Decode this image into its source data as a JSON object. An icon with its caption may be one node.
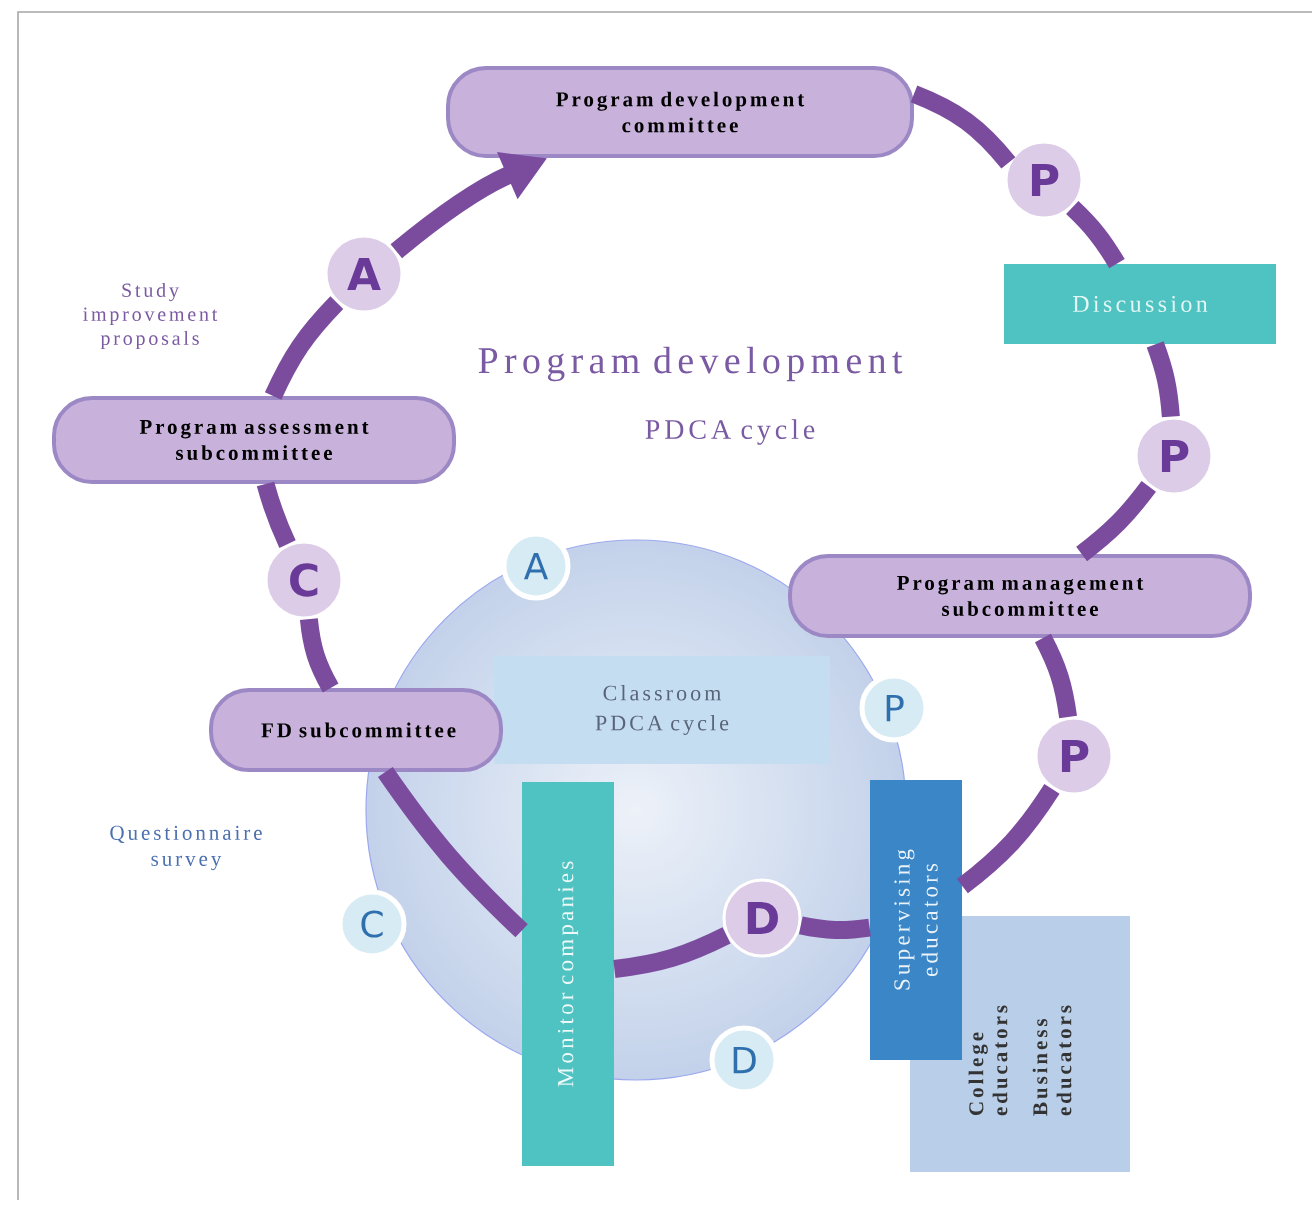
{
  "diagram": {
    "nodes": [
      {
        "text": [
          "Program development committee"
        ]
      },
      {
        "text": [
          "P"
        ]
      },
      {
        "text": [
          "A"
        ]
      },
      {
        "text": [
          "Discussion"
        ]
      },
      {
        "text": [
          "Program assessment subcommittee"
        ]
      },
      {
        "text": [
          "P"
        ]
      },
      {
        "text": [
          "A"
        ]
      },
      {
        "text": [
          "C"
        ]
      },
      {
        "text": [
          "Program management subcommittee"
        ]
      },
      {
        "text": [],
        "shape": "circle"
      },
      {
        "text": [
          "Classroom PDCA cycle"
        ],
        "in": 9
      },
      {
        "text": [
          "FD subcommittee"
        ]
      },
      {
        "text": [
          "P"
        ]
      },
      {
        "text": [
          "P"
        ]
      },
      {
        "text": [
          "Supervising educators"
        ]
      },
      {
        "text": [
          "D"
        ],
        "in": 9
      },
      {
        "text": [
          "C"
        ]
      },
      {
        "text": [
          "Monitor companies"
        ]
      },
      {
        "text": [
          "College educators",
          "Business educators"
        ]
      },
      {
        "text": [
          "D"
        ]
      }
    ],
    "edges": [
      {
        "from": 0,
        "to": 1,
        "arrow": "none"
      },
      {
        "from": 1,
        "to": 3,
        "arrow": "none"
      },
      {
        "from": 3,
        "to": 5,
        "arrow": "none"
      },
      {
        "from": 5,
        "to": 8,
        "arrow": "none"
      },
      {
        "from": 8,
        "to": 13,
        "arrow": "none"
      },
      {
        "from": 13,
        "to": 14,
        "arrow": "none"
      },
      {
        "from": 14,
        "to": 15,
        "arrow": "none"
      },
      {
        "from": 15,
        "to": 17,
        "arrow": "none"
      },
      {
        "from": 17,
        "to": 11,
        "arrow": "none"
      },
      {
        "from": 11,
        "to": 7,
        "arrow": "none"
      },
      {
        "from": 7,
        "to": 4,
        "arrow": "none"
      },
      {
        "from": 4,
        "to": 2,
        "arrow": "none"
      },
      {
        "from": 2,
        "to": 0,
        "arrow": "to"
      }
    ],
    "labels": [
      "Study improvement proposals",
      "Program development",
      "PDCA cycle",
      "Questionnaire survey"
    ]
  }
}
